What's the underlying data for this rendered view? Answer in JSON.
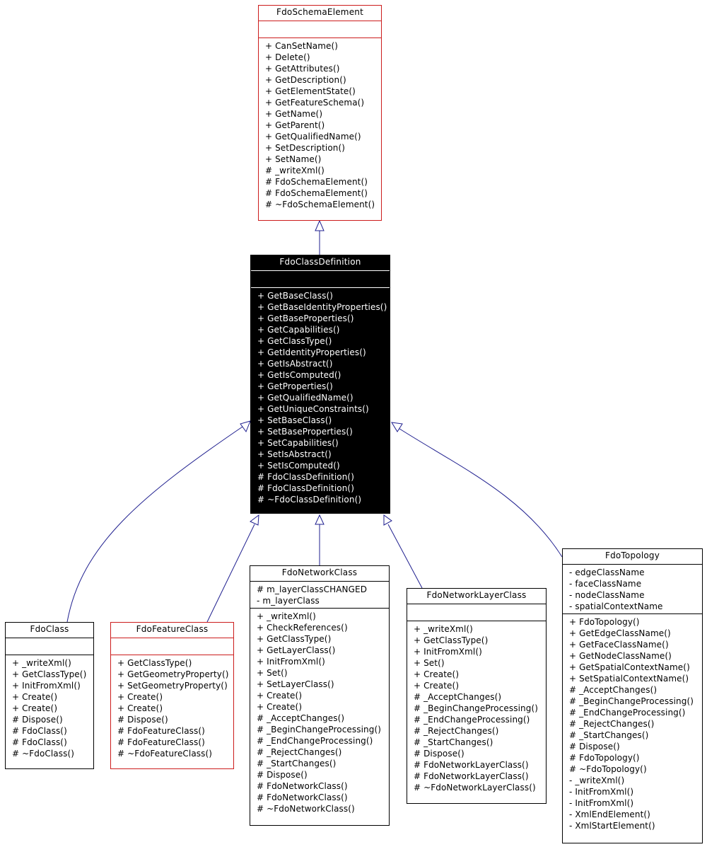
{
  "classes": {
    "schema_element": {
      "name": "FdoSchemaElement",
      "attributes": [],
      "operations": [
        "+ CanSetName()",
        "+ Delete()",
        "+ GetAttributes()",
        "+ GetDescription()",
        "+ GetElementState()",
        "+ GetFeatureSchema()",
        "+ GetName()",
        "+ GetParent()",
        "+ GetQualifiedName()",
        "+ SetDescription()",
        "+ SetName()",
        "# _writeXml()",
        "# FdoSchemaElement()",
        "# FdoSchemaElement()",
        "# ~FdoSchemaElement()"
      ]
    },
    "class_definition": {
      "name": "FdoClassDefinition",
      "attributes": [],
      "operations": [
        "+ GetBaseClass()",
        "+ GetBaseIdentityProperties()",
        "+ GetBaseProperties()",
        "+ GetCapabilities()",
        "+ GetClassType()",
        "+ GetIdentityProperties()",
        "+ GetIsAbstract()",
        "+ GetIsComputed()",
        "+ GetProperties()",
        "+ GetQualifiedName()",
        "+ GetUniqueConstraints()",
        "+ SetBaseClass()",
        "+ SetBaseProperties()",
        "+ SetCapabilities()",
        "+ SetIsAbstract()",
        "+ SetIsComputed()",
        "# FdoClassDefinition()",
        "# FdoClassDefinition()",
        "# ~FdoClassDefinition()"
      ]
    },
    "fdo_class": {
      "name": "FdoClass",
      "attributes": [],
      "operations": [
        "+ _writeXml()",
        "+ GetClassType()",
        "+ InitFromXml()",
        "+ Create()",
        "+ Create()",
        "# Dispose()",
        "# FdoClass()",
        "# FdoClass()",
        "# ~FdoClass()"
      ]
    },
    "feature_class": {
      "name": "FdoFeatureClass",
      "attributes": [],
      "operations": [
        "+ GetClassType()",
        "+ GetGeometryProperty()",
        "+ SetGeometryProperty()",
        "+ Create()",
        "+ Create()",
        "# Dispose()",
        "# FdoFeatureClass()",
        "# FdoFeatureClass()",
        "# ~FdoFeatureClass()"
      ]
    },
    "network_class": {
      "name": "FdoNetworkClass",
      "attributes": [
        "# m_layerClassCHANGED",
        "- m_layerClass"
      ],
      "operations": [
        "+ _writeXml()",
        "+ CheckReferences()",
        "+ GetClassType()",
        "+ GetLayerClass()",
        "+ InitFromXml()",
        "+ Set()",
        "+ SetLayerClass()",
        "+ Create()",
        "+ Create()",
        "# _AcceptChanges()",
        "# _BeginChangeProcessing()",
        "# _EndChangeProcessing()",
        "# _RejectChanges()",
        "# _StartChanges()",
        "# Dispose()",
        "# FdoNetworkClass()",
        "# FdoNetworkClass()",
        "# ~FdoNetworkClass()"
      ]
    },
    "network_layer_class": {
      "name": "FdoNetworkLayerClass",
      "attributes": [],
      "operations": [
        "+ _writeXml()",
        "+ GetClassType()",
        "+ InitFromXml()",
        "+ Set()",
        "+ Create()",
        "+ Create()",
        "# _AcceptChanges()",
        "# _BeginChangeProcessing()",
        "# _EndChangeProcessing()",
        "# _RejectChanges()",
        "# _StartChanges()",
        "# Dispose()",
        "# FdoNetworkLayerClass()",
        "# FdoNetworkLayerClass()",
        "# ~FdoNetworkLayerClass()"
      ]
    },
    "topology": {
      "name": "FdoTopology",
      "attributes": [
        "- edgeClassName",
        "- faceClassName",
        "- nodeClassName",
        "- spatialContextName"
      ],
      "operations": [
        "+ FdoTopology()",
        "+ GetEdgeClassName()",
        "+ GetFaceClassName()",
        "+ GetNodeClassName()",
        "+ GetSpatialContextName()",
        "+ SetSpatialContextName()",
        "# _AcceptChanges()",
        "# _BeginChangeProcessing()",
        "# _EndChangeProcessing()",
        "# _RejectChanges()",
        "# _StartChanges()",
        "# Dispose()",
        "# FdoTopology()",
        "# ~FdoTopology()",
        "- _writeXml()",
        "- InitFromXml()",
        "- InitFromXml()",
        "- XmlEndElement()",
        "- XmlStartElement()"
      ]
    }
  },
  "colors": {
    "edge": "#1f1f8f",
    "red_border": "#cc1c1c",
    "highlight_bg": "#000000",
    "highlight_text": "#ffffff"
  }
}
